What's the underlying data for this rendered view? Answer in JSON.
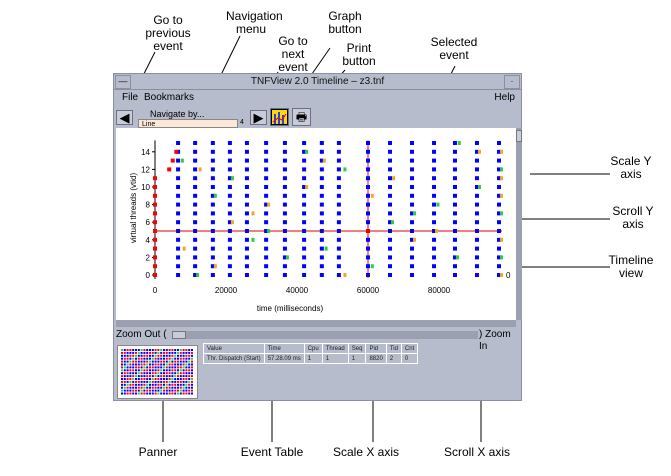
{
  "annotations": {
    "prev_event": "Go to previous event",
    "nav_menu": "Navigation menu",
    "next_event": "Go to next event",
    "graph_button": "Graph button",
    "print_button": "Print button",
    "selected_event": "Selected event",
    "scale_y": "Scale Y axis",
    "scroll_y": "Scroll Y axis",
    "timeline_view": "Timeline view",
    "panner": "Panner",
    "event_table": "Event Table",
    "scale_x": "Scale X axis",
    "scroll_x": "Scroll X axis"
  },
  "window": {
    "title": "TNFView 2.0 Timeline – z3.tnf",
    "menu": {
      "file": "File",
      "bookmarks": "Bookmarks",
      "help": "Help"
    },
    "toolbar": {
      "navigate_label": "Navigate by...",
      "navigate_value": "Line",
      "navigate_count": "4"
    },
    "zoom": {
      "out": "Zoom Out (",
      "in": ") Zoom In"
    },
    "event_table": {
      "headers": [
        "Value",
        "Time",
        "Cpu",
        "Thread",
        "Seq",
        "Pid",
        "Tid",
        "Cnt"
      ],
      "row": [
        "Thr. Dispatch (Start)",
        "57.28.09 ms",
        "1",
        "1",
        "1",
        "8820",
        "2",
        "0"
      ]
    }
  },
  "chart_data": {
    "type": "scatter",
    "xlabel": "time (milliseconds)",
    "ylabel": "virtual threads (vtid)",
    "xlim": [
      0,
      98000
    ],
    "ylim": [
      0,
      15
    ],
    "xticks": [
      "0",
      "20000",
      "40000",
      "60000",
      "80000"
    ],
    "xtick_values": [
      0,
      20000,
      40000,
      60000,
      80000
    ],
    "yticks": [
      "0",
      "2",
      "4",
      "6",
      "8",
      "10",
      "12",
      "14"
    ],
    "ytick_values": [
      0,
      2,
      4,
      6,
      8,
      10,
      12,
      14
    ],
    "right_label": "0",
    "event_times": [
      6500,
      11300,
      16300,
      21100,
      25900,
      31300,
      36600,
      42000,
      47000,
      51800,
      60000,
      66200,
      72400,
      78600,
      84500,
      90700,
      96900
    ],
    "threads": [
      0,
      1,
      2,
      3,
      4,
      5,
      6,
      7,
      8,
      9,
      10,
      11,
      12,
      13,
      14,
      15
    ],
    "start_events": [
      [
        0,
        0
      ],
      [
        0,
        1
      ],
      [
        0,
        2
      ],
      [
        0,
        3
      ],
      [
        0,
        4
      ],
      [
        0,
        5
      ],
      [
        0,
        6
      ],
      [
        0,
        7
      ],
      [
        0,
        8
      ],
      [
        0,
        9
      ],
      [
        0,
        10
      ],
      [
        0,
        11
      ],
      [
        4000,
        12
      ],
      [
        5000,
        13
      ],
      [
        6000,
        14
      ]
    ],
    "highlight_events": [
      [
        11300,
        0,
        "#2ecc40"
      ],
      [
        16300,
        1,
        "#f5a623"
      ],
      [
        7500,
        3,
        "#f5a623"
      ],
      [
        7000,
        13,
        "#2ecc40"
      ],
      [
        12000,
        12,
        "#f5a623"
      ],
      [
        36600,
        2,
        "#2ecc40"
      ],
      [
        26900,
        4,
        "#2ecc40"
      ],
      [
        31300,
        5,
        "#2ecc40"
      ],
      [
        21100,
        6,
        "#f5a623"
      ],
      [
        26900,
        7,
        "#f5a623"
      ],
      [
        31300,
        8,
        "#f5a623"
      ],
      [
        16300,
        9,
        "#2ecc40"
      ],
      [
        42000,
        10,
        "#f5a623"
      ],
      [
        21100,
        11,
        "#2ecc40"
      ],
      [
        52800,
        12,
        "#2ecc40"
      ],
      [
        47000,
        13,
        "#f5a623"
      ],
      [
        42000,
        14,
        "#2ecc40"
      ],
      [
        47500,
        3,
        "#2ecc40"
      ],
      [
        60500,
        9,
        "#f5a623"
      ],
      [
        60500,
        1,
        "#2ecc40"
      ],
      [
        66500,
        11,
        "#f5a623"
      ],
      [
        66200,
        6,
        "#2ecc40"
      ],
      [
        72400,
        7,
        "#2ecc40"
      ],
      [
        72400,
        4,
        "#f5a623"
      ],
      [
        78600,
        5,
        "#f5a623"
      ],
      [
        79000,
        8,
        "#2ecc40"
      ],
      [
        84500,
        2,
        "#2ecc40"
      ],
      [
        85000,
        15,
        "#2ecc40"
      ],
      [
        90700,
        10,
        "#2ecc40"
      ],
      [
        90700,
        14,
        "#f5a623"
      ],
      [
        96900,
        0,
        "#f5a623"
      ],
      [
        96900,
        2,
        "#2ecc40"
      ],
      [
        96900,
        4,
        "#f5a623"
      ],
      [
        96900,
        7,
        "#2ecc40"
      ],
      [
        96900,
        9,
        "#f5a623"
      ],
      [
        96900,
        11,
        "#f5a623"
      ],
      [
        96900,
        12,
        "#2ecc40"
      ],
      [
        96900,
        14,
        "#f5a623"
      ],
      [
        52800,
        0,
        "#f5a623"
      ]
    ],
    "selected_event": {
      "time": 60000,
      "thread": 5
    },
    "colors": {
      "event": "#0000ff",
      "start": "#ff0000",
      "selection": "#e00000"
    }
  }
}
